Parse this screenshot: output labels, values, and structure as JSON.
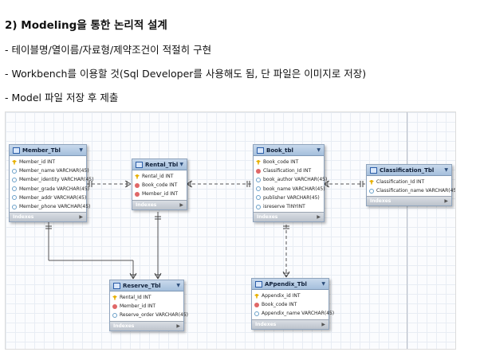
{
  "document": {
    "heading": "2) Modeling을 통한 논리적 설계",
    "bullets": [
      "- 테이블명/열이름/자료형/제약조건이 적절히 구현",
      "- Workbench를 이용할 것(Sql Developer를 사용해도 됨, 단 파일은 이미지로 저장)",
      "- Model 파일 저장 후 제출"
    ]
  },
  "diagram": {
    "footer_label": "Indexes",
    "tables": [
      {
        "id": "member",
        "title": "Member_Tbl",
        "columns": [
          {
            "name": "Member_id INT",
            "icon": "pk"
          },
          {
            "name": "Member_name VARCHAR(45)",
            "icon": "col"
          },
          {
            "name": "Member_identity VARCHAR(45)",
            "icon": "col"
          },
          {
            "name": "Member_grade VARCHAR(45)",
            "icon": "col"
          },
          {
            "name": "Member_addr VARCHAR(45)",
            "icon": "col"
          },
          {
            "name": "Member_phone VARCHAR(45)",
            "icon": "col"
          }
        ]
      },
      {
        "id": "rental",
        "title": "Rental_Tbl",
        "columns": [
          {
            "name": "Rental_id INT",
            "icon": "pk"
          },
          {
            "name": "Book_code INT",
            "icon": "fk"
          },
          {
            "name": "Member_id INT",
            "icon": "fk"
          }
        ]
      },
      {
        "id": "book",
        "title": "Book_tbl",
        "columns": [
          {
            "name": "Book_code INT",
            "icon": "pk"
          },
          {
            "name": "Classification_Id INT",
            "icon": "fk"
          },
          {
            "name": "book_author VARCHAR(45)",
            "icon": "col"
          },
          {
            "name": "book_name VARCHAR(45)",
            "icon": "col"
          },
          {
            "name": "publisher VARCHAR(45)",
            "icon": "col"
          },
          {
            "name": "isreserve TINYINT",
            "icon": "col"
          }
        ]
      },
      {
        "id": "classification",
        "title": "Classification_Tbl",
        "columns": [
          {
            "name": "Classification_Id INT",
            "icon": "pk"
          },
          {
            "name": "Classification_name VARCHAR(45)",
            "icon": "col"
          }
        ]
      },
      {
        "id": "reserve",
        "title": "Reserve_Tbl",
        "columns": [
          {
            "name": "Rental_Id INT",
            "icon": "pk"
          },
          {
            "name": "Member_id INT",
            "icon": "fk"
          },
          {
            "name": "Reserve_order VARCHAR(45)",
            "icon": "col"
          }
        ]
      },
      {
        "id": "appendix",
        "title": "APpendix_Tbl",
        "columns": [
          {
            "name": "Appendix_id INT",
            "icon": "pk"
          },
          {
            "name": "Book_code INT",
            "icon": "fk"
          },
          {
            "name": "Appendix_name VARCHAR(45)",
            "icon": "col"
          }
        ]
      }
    ]
  }
}
